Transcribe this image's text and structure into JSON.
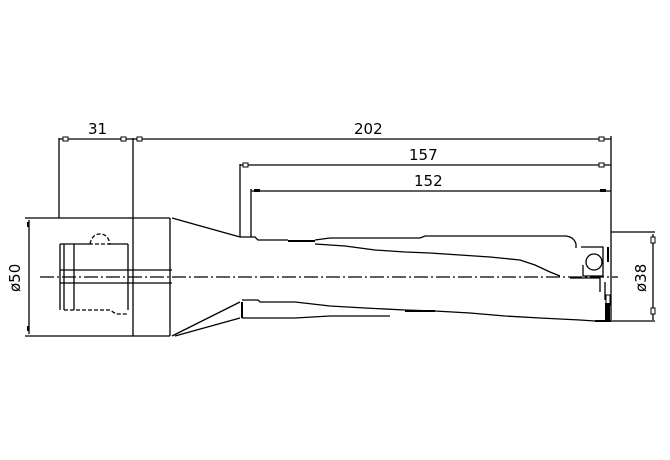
{
  "drawing": {
    "type": "technical-drawing",
    "subject": "indexable insert drill (side view)",
    "line_color": "#000000",
    "background": "#ffffff",
    "dimensions": {
      "shank_flat_length": "31",
      "overall_length": "202",
      "body_length_157": "157",
      "body_length_152": "152",
      "shank_diameter": "ø50",
      "drill_diameter": "ø38"
    }
  }
}
